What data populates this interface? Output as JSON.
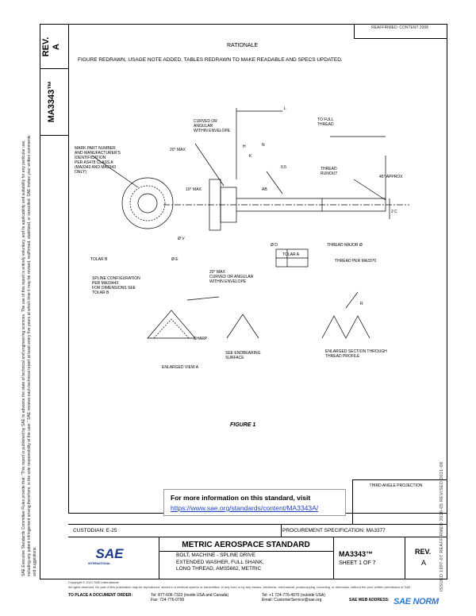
{
  "side": {
    "rev_label": "REV.",
    "rev_value": "A",
    "doc_number": "MA3343™",
    "legal_notice": "SAE Executive Standards Committee Rules provide that: \"This report is published by SAE to advance the state of technical and engineering sciences. The use of this report is entirely voluntary, and its applicability and suitability for any particular use, including any patent infringement arising therefrom, is the sole responsibility of the user.\" SAE reviews each technical report at least every five years at which time it may be revised, reaffirmed, stabilized, or cancelled. SAE invites your written comments and suggestions.",
    "date_stamp": "ISSUED 1997-07    REAFFIRMED 2016-05    REVISED 2021-08"
  },
  "header": {
    "reaffirmed_note": "REAFFIRMED: CONTENT 2008",
    "rationale_heading": "RATIONALE",
    "rationale_text": "FIGURE REDRAWN, USAGE NOTE ADDED, TABLES REDRAWN TO MAKE READABLE AND SPECS UPDATED."
  },
  "drawing": {
    "labels": {
      "mark": "MARK PART NUMBER\nAND MANUFACTURER'S\nIDENTIFICATION\nPER AS478 CLASS A\n(MA3343 AND MA3343\nONLY)",
      "curved": "CURVED OR\nANGULAR\nWITHIN ENVELOPE",
      "to_full_thread": "TO FULL\nTHREAD",
      "thread_runout": "THREAD\nRUNOUT",
      "angle45": "45° APPROX",
      "twenty_max": "20° MAX",
      "ten_max": "10° MAX",
      "thread_major": "THREAD MAJOR Ø",
      "thread_per": "THREAD PER MA3370",
      "table_a": "TOLAR A",
      "table_b": "TOLAR B",
      "spline": "SPLINE CONFIGURATION\nPER MA3344X\nFOR DIMENSIONS SEE\nTOLAR B",
      "curved2": "20° MAX\nCURVED OR ANGULAR\nWITHIN ENVELOPE",
      "bearing": "SEE ENDBEARING\nSURFACE",
      "sharp": "SHARP",
      "enlarged": "ENLARGED VIEW A",
      "thread_profile": "ENLARGED SECTION THROUGH\nTHREAD PROFILE",
      "figure": "FIGURE 1",
      "dim_2c": "2 C",
      "dim_od": "Ø D",
      "dim_oe": "Ø E",
      "dim_ov": "Ø V",
      "dim_ab": "AB",
      "dim_l": "L",
      "dim_h": "H",
      "dim_n": "N",
      "dim_k": "K",
      "dim_05": "0.5",
      "dim_r": "R"
    }
  },
  "info_box": {
    "title": "For more information on this standard, visit",
    "link": "https://www.sae.org/standards/content/MA3343A/"
  },
  "title_block": {
    "third_angle": "THIRD ANGLE PROJECTION",
    "custodian": "CUSTODIAN: E-25",
    "procurement": "PROCUREMENT SPECIFICATION: MA3377",
    "standard_title": "METRIC AEROSPACE STANDARD",
    "part_description": "BOLT, MACHINE - SPLINE DRIVE\nEXTENDED WASHER, FULL SHANK,\nLONG THREAD, AMS5662, METRIC",
    "doc_number": "MA3343™",
    "sheet": "SHEET 1 OF 7",
    "rev_label": "REV.",
    "rev_value": "A",
    "sae_brand": "SAE",
    "sae_sub": "INTERNATIONAL"
  },
  "footer": {
    "copyright": "Copyright © 2021 SAE International\nAll rights reserved. No part of this publication may be reproduced, stored in a retrieval system or transmitted, in any form or by any means, electronic, mechanical, photocopying, recording, or otherwise, without the prior written permission of SAE.",
    "order_title": "TO PLACE A DOCUMENT ORDER:",
    "order_tel": "Tel: 877-606-7323 (inside USA and Canada)",
    "order_fax": "Fax: 724-776-0790",
    "order_tel2": "Tel: +1 724-776-4970 (outside USA)",
    "order_email": "Email: CustomerService@sae.org",
    "web": "SAE WEB ADDRESS:",
    "watermark": "SAE NORM"
  },
  "colors": {
    "link": "#1a3fbf",
    "sae_blue": "#1b3a8a",
    "watermark": "#2b7ad0"
  }
}
